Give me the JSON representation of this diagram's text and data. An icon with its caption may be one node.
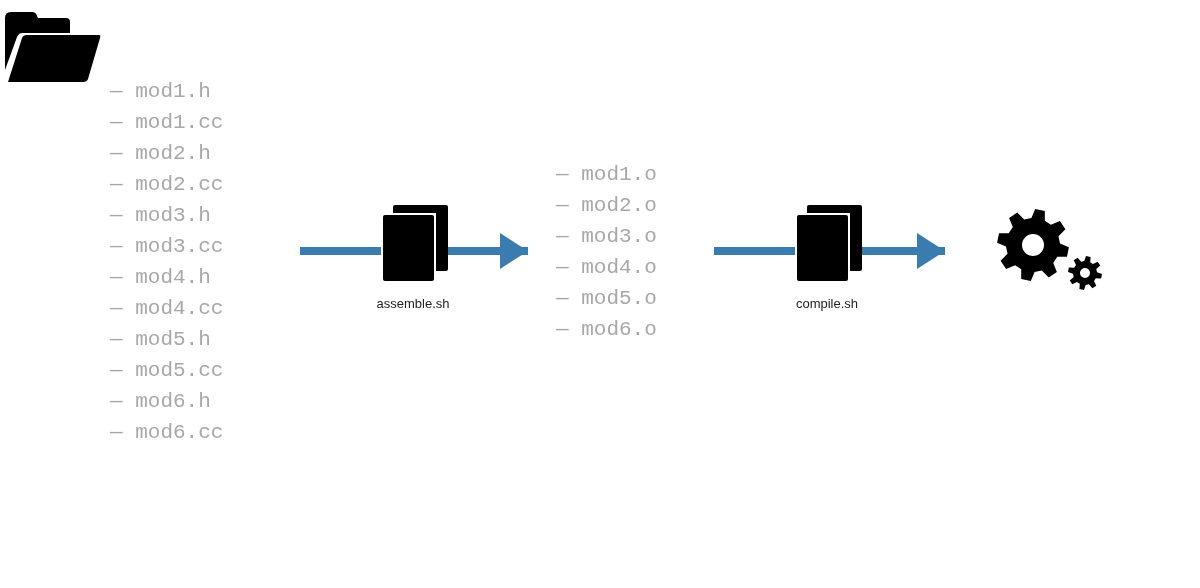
{
  "diagram": {
    "nodes": [
      {
        "text": [
          "— mod1.h",
          "— mod1.cc",
          "— mod2.h",
          "— mod2.cc",
          "— mod3.h",
          "— mod3.cc",
          "— mod4.h",
          "— mod4.cc",
          "— mod5.h",
          "— mod5.cc",
          "— mod6.h",
          "— mod6.cc"
        ]
      },
      {
        "text": [
          "— mod1.o",
          "— mod2.o",
          "— mod3.o",
          "— mod4.o",
          "— mod5.o",
          "— mod6.o"
        ]
      },
      {
        "text": [],
        "shape": "picture"
      }
    ],
    "edges": [
      {
        "from": 0,
        "to": 1,
        "arrow": "to",
        "label": "assemble.sh"
      },
      {
        "from": 1,
        "to": 2,
        "arrow": "to",
        "label": "compile.sh"
      }
    ]
  }
}
